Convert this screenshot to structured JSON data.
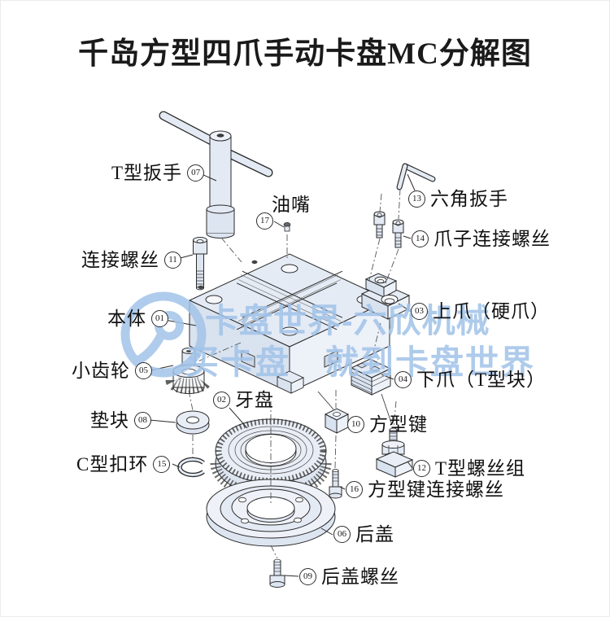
{
  "title": "千岛方型四爪手动卡盘MC分解图",
  "watermark": {
    "line1": "卡盘世界-六欣机械",
    "line2": "买卡盘　就到卡盘世界",
    "logo": "chuck-world-logo",
    "color": "#a3c4e9"
  },
  "colors": {
    "part_fill": "#e3eaf4",
    "part_fill_light": "#eef2f8",
    "outline": "#2b2b2b",
    "centerline": "#555555",
    "label_text": "#111111",
    "watermark_blue": "#a3c4e9",
    "title_text": "#1a1a1a"
  },
  "parts": {
    "p01": {
      "num": "01",
      "label": "本体"
    },
    "p02": {
      "num": "02",
      "label": "牙盘"
    },
    "p03": {
      "num": "03",
      "label": "上爪（硬爪）"
    },
    "p04": {
      "num": "04",
      "label": "下爪（T型块）"
    },
    "p05": {
      "num": "05",
      "label": "小齿轮"
    },
    "p06": {
      "num": "06",
      "label": "后盖"
    },
    "p07": {
      "num": "07",
      "label": "T型扳手"
    },
    "p08": {
      "num": "08",
      "label": "垫块"
    },
    "p09": {
      "num": "09",
      "label": "后盖螺丝"
    },
    "p10": {
      "num": "10",
      "label": "方型键"
    },
    "p11": {
      "num": "11",
      "label": "连接螺丝"
    },
    "p12": {
      "num": "12",
      "label": "T型螺丝组"
    },
    "p13": {
      "num": "13",
      "label": "六角扳手"
    },
    "p14": {
      "num": "14",
      "label": "爪子连接螺丝"
    },
    "p15": {
      "num": "15",
      "label": "C型扣环"
    },
    "p16": {
      "num": "16",
      "label": "方型键连接螺丝"
    },
    "p17": {
      "num": "17",
      "label": "油嘴"
    }
  }
}
